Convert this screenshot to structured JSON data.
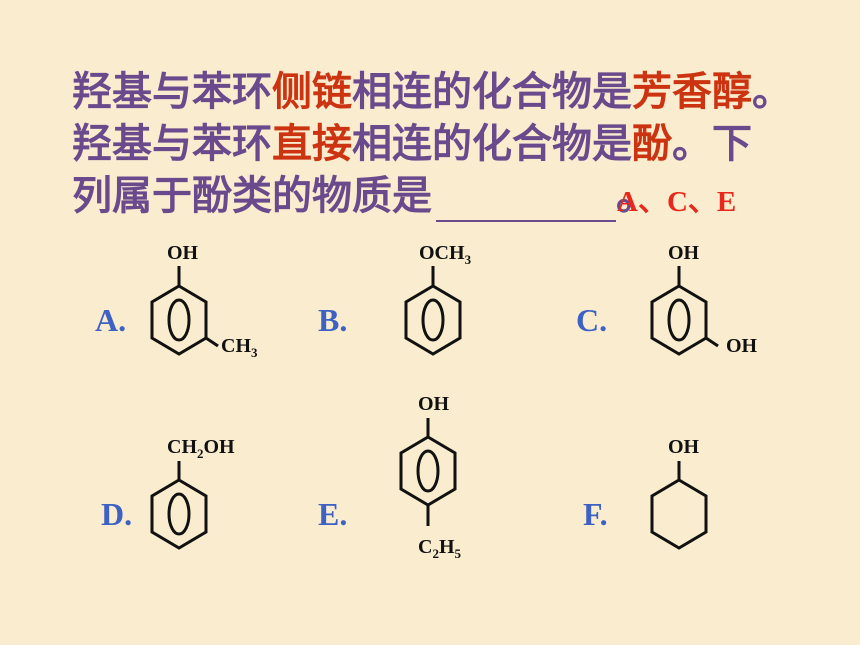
{
  "question": {
    "line1_a": "羟基与苯环",
    "line1_hl": "侧链",
    "line1_b": "相连的化合物是",
    "line1_hl2": "芳香醇",
    "line1_end": "。",
    "line2_a": "羟基与苯环",
    "line2_hl": "直接",
    "line2_b": "相连的化合物是",
    "line2_hl2": "酚",
    "line2_end": "。下",
    "line3": "列属于酚类的物质是",
    "line3_end": "。",
    "answer": "A、C、E"
  },
  "options": [
    {
      "label": "A.",
      "top_group": "OH",
      "side_base": "CH",
      "side_sub": "3"
    },
    {
      "label": "B.",
      "top_base": "OCH",
      "top_sub": "3"
    },
    {
      "label": "C.",
      "top_group": "OH",
      "side_group": "OH"
    },
    {
      "label": "D.",
      "top_base1": "CH",
      "top_sub": "2",
      "top_base2": "OH"
    },
    {
      "label": "E.",
      "top_group": "OH",
      "bottom_c": "C",
      "bottom_c_sub": "2",
      "bottom_h": "H",
      "bottom_h_sub": "5"
    },
    {
      "label": "F.",
      "top_group": "OH"
    }
  ]
}
